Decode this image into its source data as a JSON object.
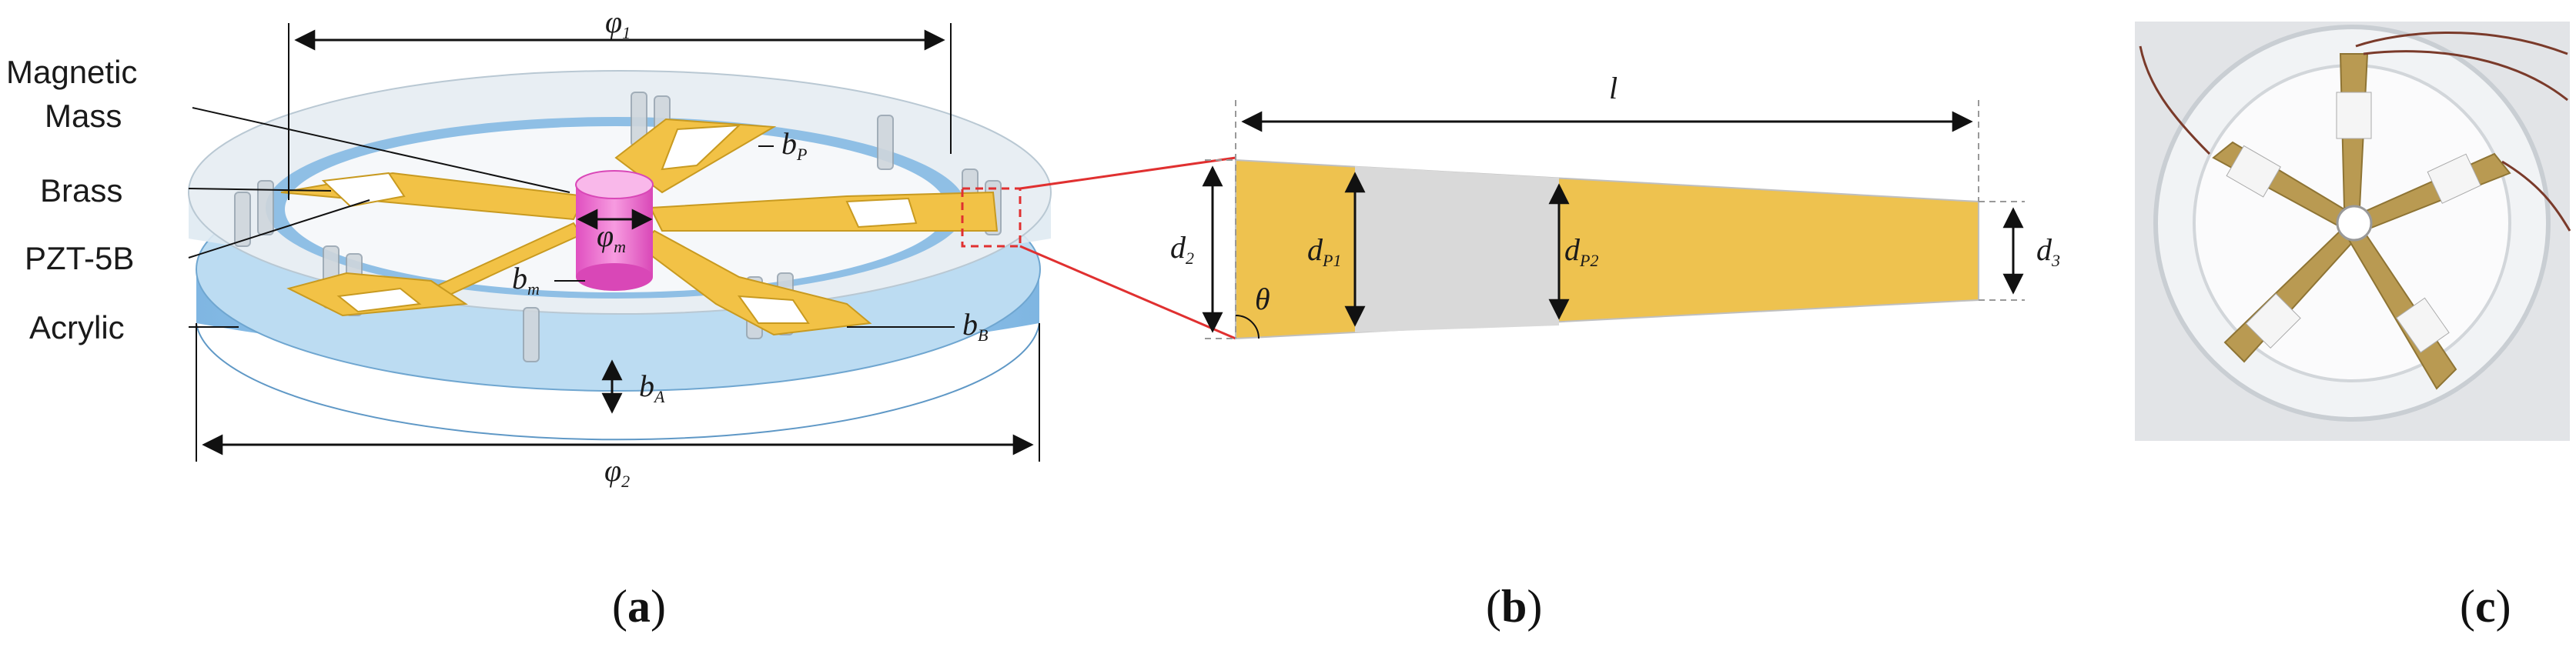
{
  "panels": {
    "a": {
      "open": "(",
      "letter": "a",
      "close": ")"
    },
    "b": {
      "open": "(",
      "letter": "b",
      "close": ")"
    },
    "c": {
      "open": "(",
      "letter": "c",
      "close": ")"
    }
  },
  "labels": {
    "magnetic": "Magnetic",
    "mass": "Mass",
    "brass": "Brass",
    "pzt": "PZT-5B",
    "acrylic": "Acrylic"
  },
  "dims": {
    "phi1": {
      "main": "φ",
      "sub": "1"
    },
    "phi2": {
      "main": "φ",
      "sub": "2"
    },
    "phim": {
      "main": "φ",
      "sub": "m"
    },
    "bP": {
      "main": "b",
      "sub": "P"
    },
    "bm": {
      "main": "b",
      "sub": "m"
    },
    "bB": {
      "main": "b",
      "sub": "B"
    },
    "bA": {
      "main": "b",
      "sub": "A"
    },
    "l": {
      "main": "l"
    },
    "d2": {
      "main": "d",
      "sub": "2"
    },
    "dP1": {
      "main": "d",
      "sub": "P1"
    },
    "dP2": {
      "main": "d",
      "sub": "P2"
    },
    "d3": {
      "main": "d",
      "sub": "3"
    },
    "theta": {
      "main": "θ"
    }
  },
  "colors": {
    "acrylic_side": "#8fc3ea",
    "acrylic_top": "#d6e9f5",
    "ring_inner": "#ecf2f7",
    "brass": "#f2c246",
    "pzt": "#ffffff",
    "magnet": "#f06fcf",
    "beam_grey": "#d9d9d9",
    "leader_red": "#e03030"
  }
}
